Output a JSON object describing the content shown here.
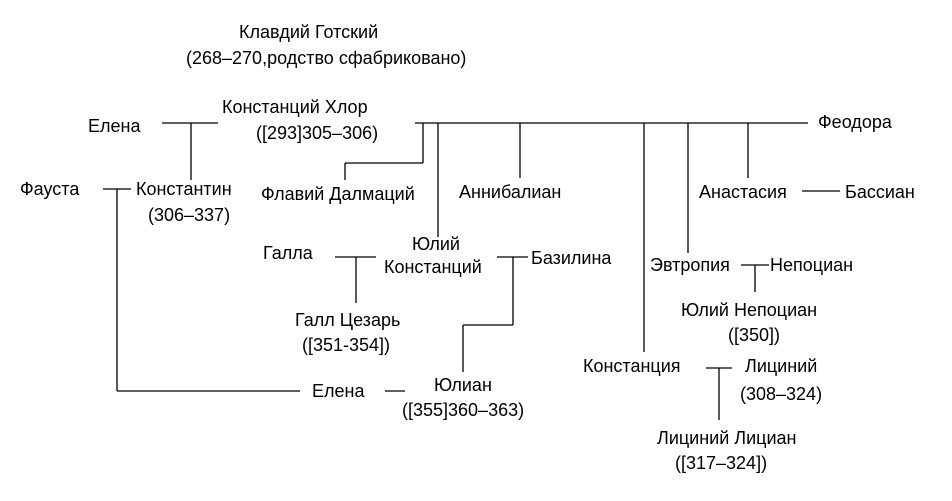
{
  "tree": {
    "claudius": "Клавдий Готский",
    "claudius_note": "(268–270,родство сфабриковано)",
    "constantius": "Констанций Хлор",
    "constantius_dates": "([293]305–306)",
    "helena": "Елена",
    "theodora": "Феодора",
    "fausta": "Фауста",
    "constantine": "Константин",
    "constantine_dates": "(306–337)",
    "dalmatius": "Флавий Далмаций",
    "hannibalianus": "Аннибалиан",
    "anastasia": "Анастасия",
    "bassianus": "Бассиан",
    "galla": "Галла",
    "julius_line1": "Юлий",
    "julius_line2": "Констанций",
    "basilina": "Базилина",
    "eutropia": "Эвтропия",
    "nepotianus": "Непоциан",
    "julius_nepotianus": "Юлий Непоциан",
    "julius_nepotianus_dates": "([350])",
    "gallus": "Галл Цезарь",
    "gallus_dates": "([351-354])",
    "constantia": "Констанция",
    "licinius": "Лициний",
    "licinius_dates": "(308–324)",
    "helena_younger": "Елена",
    "julian": "Юлиан",
    "julian_dates": "([355]360–363)",
    "licinianus": "Лициний Лициан",
    "licinianus_dates": "([317–324])"
  }
}
